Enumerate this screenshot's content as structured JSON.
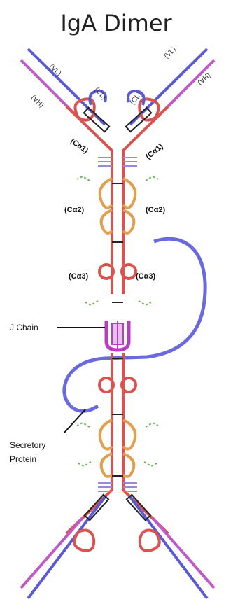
{
  "title": "IgA Dimer",
  "labels": {
    "vl_left": "(VL)",
    "vl_right": "(VL)",
    "vh_left": "(VH)",
    "vh_right": "(VH)",
    "cl_left": "(CL)",
    "cl_right": "(CL)",
    "ca1_left": "(Cα1)",
    "ca1_right": "(Cα1)",
    "ca2_left": "(Cα2)",
    "ca2_right": "(Cα2)",
    "ca3_left": "(Cα3)",
    "ca3_right": "(Cα3)",
    "j_chain": "J Chain",
    "secretory_line1": "Secretory",
    "secretory_line2": "Protein"
  },
  "colors": {
    "heavy_chain": "#d9534f",
    "light_chain": "#5a5ad6",
    "variable_heavy": "#c05ac8",
    "hinge": "#e0a050",
    "j_chain": "#b83dc0",
    "secretory": "#6a6ae0",
    "glycan": "#6fae5a",
    "disulfide": "#222222"
  }
}
